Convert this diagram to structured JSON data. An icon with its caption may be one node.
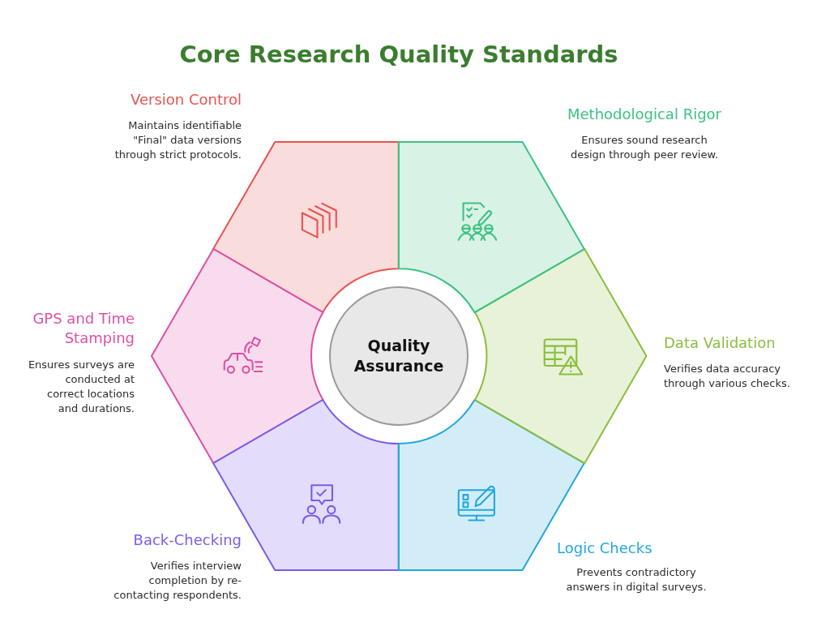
{
  "diagram": {
    "title": "Core Research Quality Standards",
    "nodes": [
      {
        "text": [
          "Quality Assurance"
        ]
      },
      {
        "text": [
          "Version Control",
          "Maintains identifiable \"Final\" data versions through strict protocols."
        ]
      },
      {
        "text": [
          "Methodological Rigor",
          "Ensures sound research design through peer review."
        ]
      },
      {
        "text": [
          "Data Validation",
          "Verifies data accuracy through various checks."
        ]
      },
      {
        "text": [
          "Logic Checks",
          "Prevents contradictory answers in digital surveys."
        ]
      },
      {
        "text": [
          "Back-Checking",
          "Verifies interview completion by re-contacting respondents."
        ]
      },
      {
        "text": [
          "GPS and Time Stamping",
          "Ensures surveys are conducted at correct locations and durations."
        ]
      }
    ]
  }
}
